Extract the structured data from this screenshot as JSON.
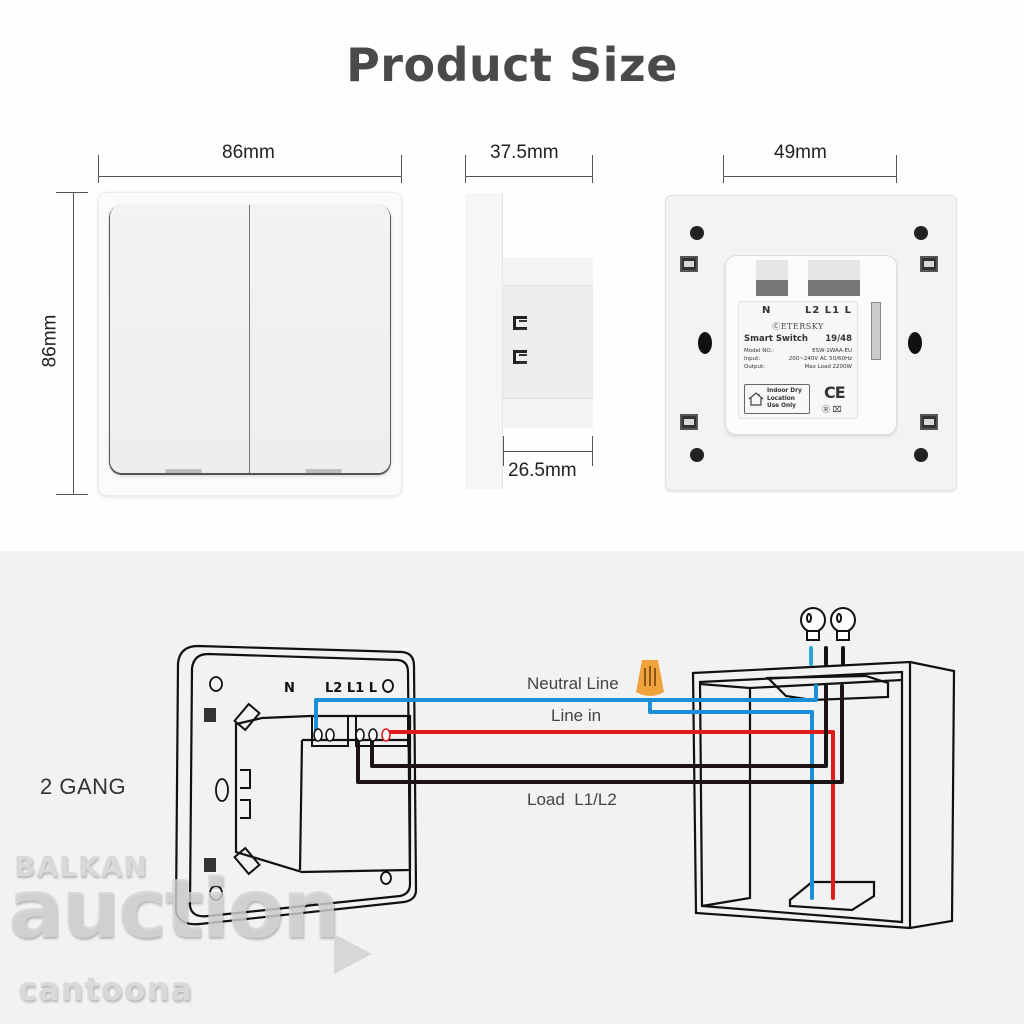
{
  "title": "Product Size",
  "dimensions": {
    "front_width": "86mm",
    "front_height": "86mm",
    "side_depth_total": "37.5mm",
    "side_depth_body": "26.5mm",
    "back_module_width": "49mm"
  },
  "back_label": {
    "terminals_left": "N",
    "terminals_right": "L2 L1 L",
    "brand": "ETERSKY",
    "product_name": "Smart Switch",
    "product_code": "19/48",
    "rows": [
      {
        "key": "Model NO.:",
        "value": "ESW-1WAA-EU"
      },
      {
        "key": "Input:",
        "value": "200~240V AC 50/60Hz"
      },
      {
        "key": "Output:",
        "value": "Max Load 2200W"
      }
    ],
    "indoor_notice": [
      "Indoor Dry",
      "Location",
      "Use Only"
    ],
    "certification": "CE"
  },
  "wiring": {
    "variant_label": "2 GANG",
    "terminals_left": "N",
    "terminals_right": "L2 L1 L",
    "labels": {
      "neutral": "Neutral Line",
      "line_in": "Line in",
      "load": "Load  L1/L2"
    },
    "colors": {
      "neutral": "#1a8fd6",
      "line_in": "#e01b1b",
      "load": "#1a1414",
      "connector": "#f0a23c"
    },
    "bulbs": 2
  },
  "watermark": {
    "line1": "BALKAN",
    "line2": "auction",
    "line3": "cantoona"
  }
}
